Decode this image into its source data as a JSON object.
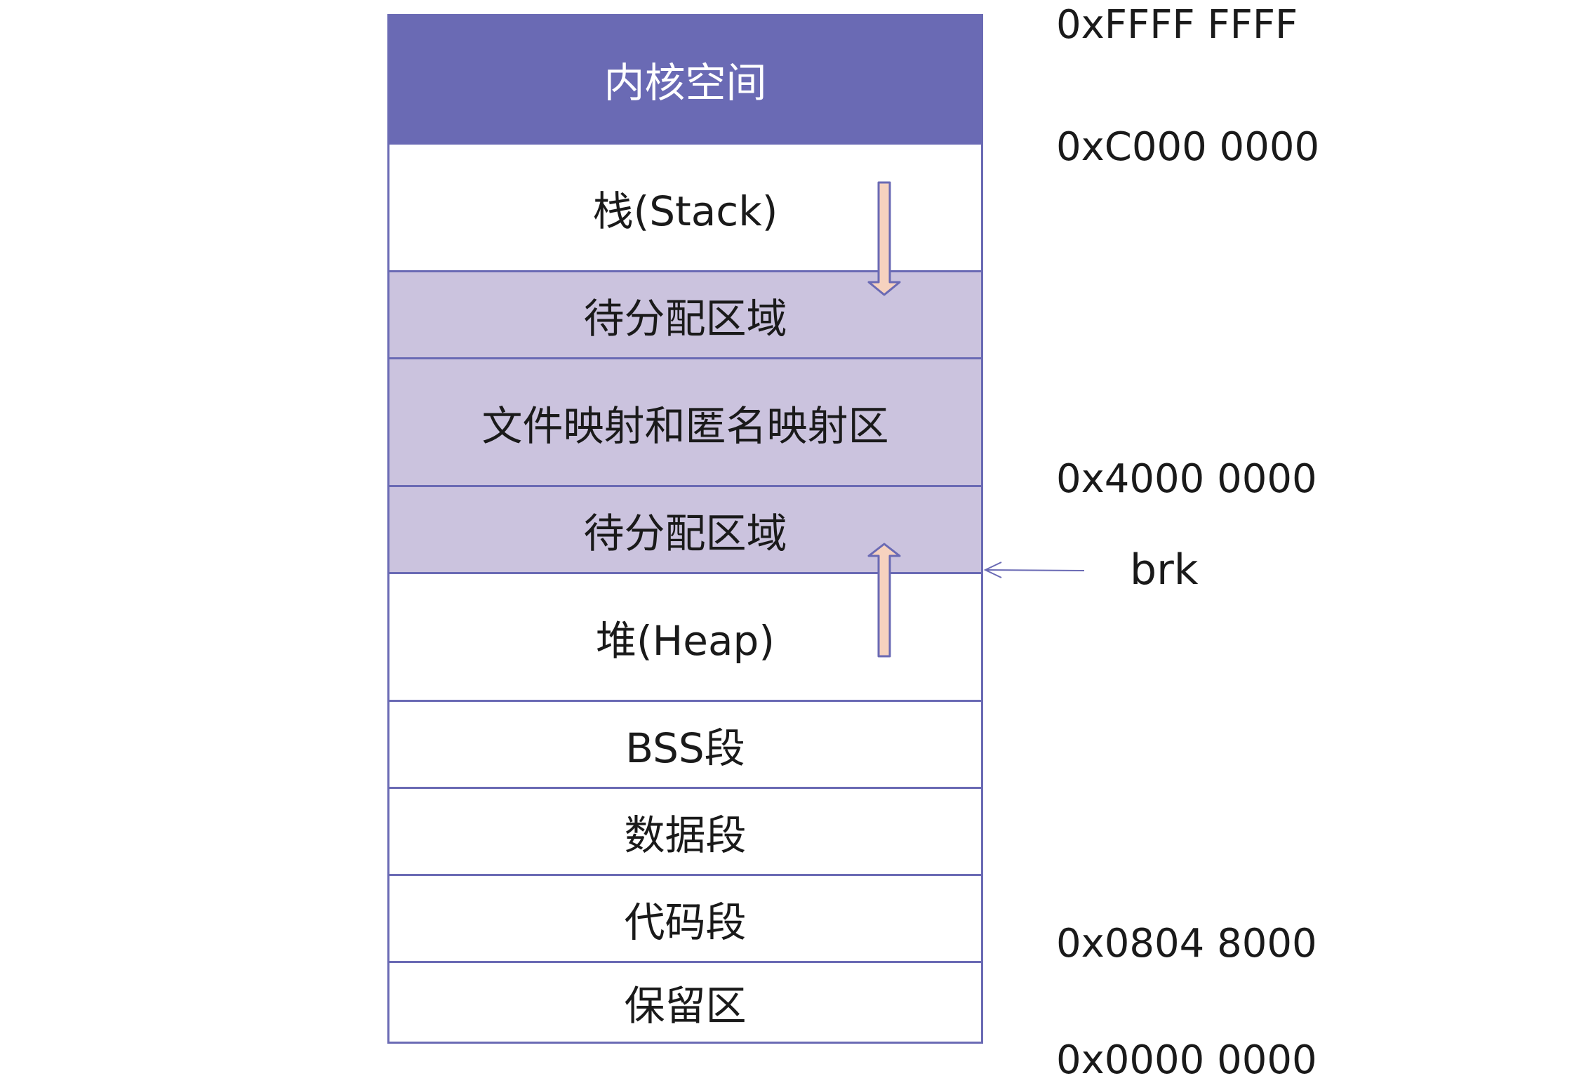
{
  "segments": [
    {
      "label": "内核空间",
      "style": "kernel"
    },
    {
      "label": "栈(Stack)",
      "style": "plain"
    },
    {
      "label": "待分配区域",
      "style": "shaded"
    },
    {
      "label": "文件映射和匿名映射区",
      "style": "shaded"
    },
    {
      "label": "待分配区域",
      "style": "shaded"
    },
    {
      "label": "堆(Heap)",
      "style": "plain"
    },
    {
      "label": "BSS段",
      "style": "plain"
    },
    {
      "label": "数据段",
      "style": "plain"
    },
    {
      "label": "代码段",
      "style": "plain"
    },
    {
      "label": "保留区",
      "style": "plain"
    }
  ],
  "addresses": {
    "top": "0xFFFF FFFF",
    "kernel_start": "0xC000 0000",
    "mmap_base": "0x4000 0000",
    "text_start": "0x0804 8000",
    "zero": "0x0000 0000"
  },
  "brk_label": "brk",
  "colors": {
    "border": "#6a6ab4",
    "kernel_fill": "#6a6ab4",
    "shaded_fill": "#cbc3de",
    "arrow_fill": "#f6d2bf",
    "arrow_stroke": "#6a6ab4"
  },
  "arrows": {
    "stack_growth": "down",
    "heap_growth": "up"
  }
}
